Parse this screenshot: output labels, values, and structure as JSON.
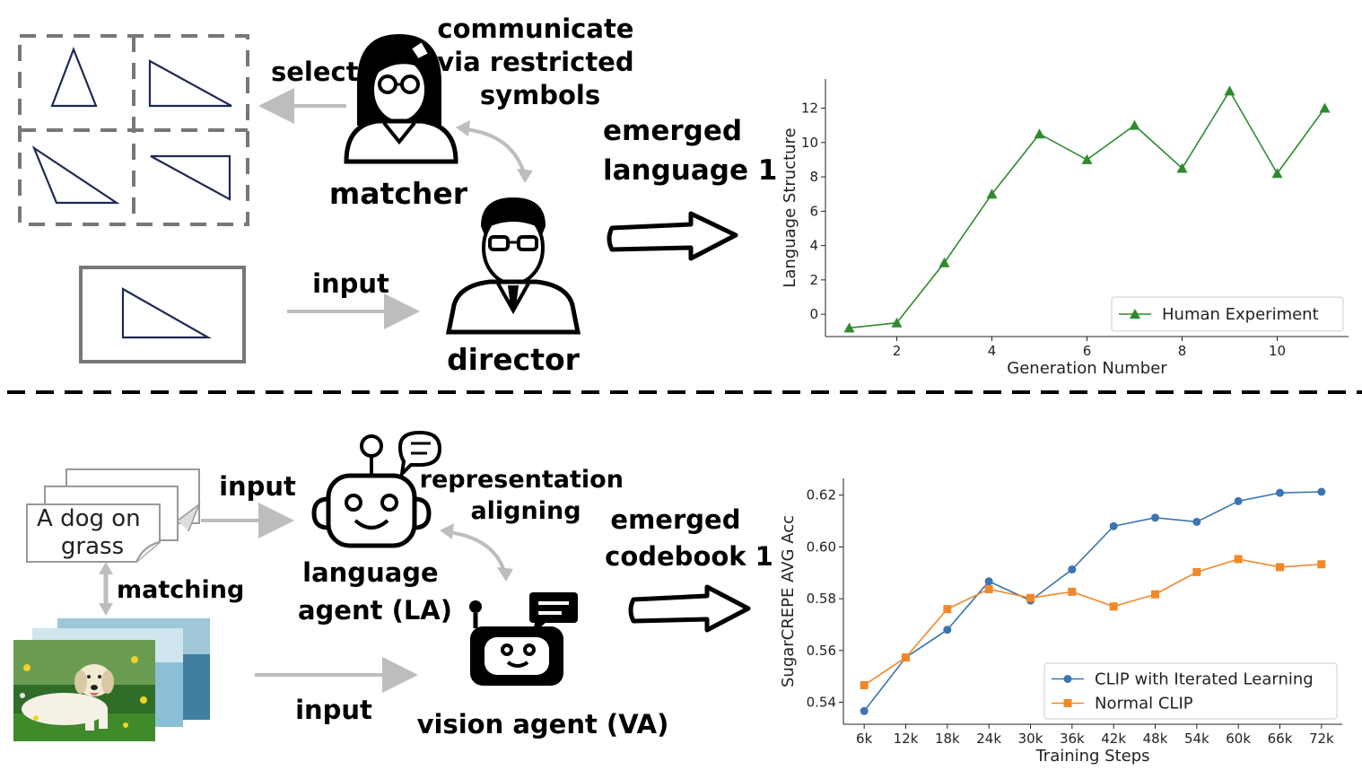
{
  "top": {
    "select_label": "select",
    "communicate_label": [
      "communicate",
      "via restricted",
      "symbols"
    ],
    "matcher_label": "matcher",
    "director_label": "director",
    "input_label": "input",
    "emerged_label": [
      "emerged",
      "language 1"
    ]
  },
  "bottom": {
    "caption_lines": [
      "A dog on",
      "grass"
    ],
    "input_label_top": "input",
    "input_label_bottom": "input",
    "matching_label": "matching",
    "representation_label": [
      "representation",
      "aligning"
    ],
    "la_label": [
      "language",
      "agent (LA)"
    ],
    "va_label": "vision agent (VA)",
    "emerged_label": [
      "emerged",
      "codebook 1"
    ]
  },
  "chart_data": [
    {
      "type": "line",
      "xlabel": "Generation Number",
      "ylabel": "Language Structure",
      "x": [
        1,
        2,
        3,
        4,
        5,
        6,
        7,
        8,
        9,
        10,
        11
      ],
      "xticks": [
        2,
        4,
        6,
        8,
        10
      ],
      "yticks": [
        0,
        2,
        4,
        6,
        8,
        10,
        12
      ],
      "xlim": [
        0.5,
        11.5
      ],
      "ylim": [
        -1.3,
        13.7
      ],
      "grid": false,
      "legend_position": "lower-right",
      "series": [
        {
          "name": "Human Experiment",
          "marker": "triangle",
          "color": "#2e8b2e",
          "values": [
            -0.8,
            -0.5,
            3.0,
            7.0,
            10.5,
            9.0,
            11.0,
            8.5,
            13.0,
            8.2,
            12.0
          ]
        }
      ]
    },
    {
      "type": "line",
      "xlabel": "Training Steps",
      "ylabel": "SugarCREPE AVG Acc",
      "categories": [
        "6k",
        "12k",
        "18k",
        "24k",
        "30k",
        "36k",
        "42k",
        "48k",
        "54k",
        "60k",
        "66k",
        "72k"
      ],
      "yticks": [
        0.54,
        0.56,
        0.58,
        0.6,
        0.62
      ],
      "ylim": [
        0.5315,
        0.6265
      ],
      "grid": false,
      "legend_position": "lower-right",
      "series": [
        {
          "name": "CLIP with Iterated Learning",
          "marker": "circle",
          "color": "#3a75b0",
          "values": [
            0.5366,
            0.5573,
            0.568,
            0.5867,
            0.5793,
            0.5913,
            0.608,
            0.6113,
            0.6097,
            0.6177,
            0.6209,
            0.6213
          ]
        },
        {
          "name": "Normal CLIP",
          "marker": "square",
          "color": "#f0882a",
          "values": [
            0.5466,
            0.5573,
            0.576,
            0.5837,
            0.5803,
            0.5827,
            0.577,
            0.5817,
            0.5903,
            0.5953,
            0.5922,
            0.5933
          ]
        }
      ]
    }
  ]
}
